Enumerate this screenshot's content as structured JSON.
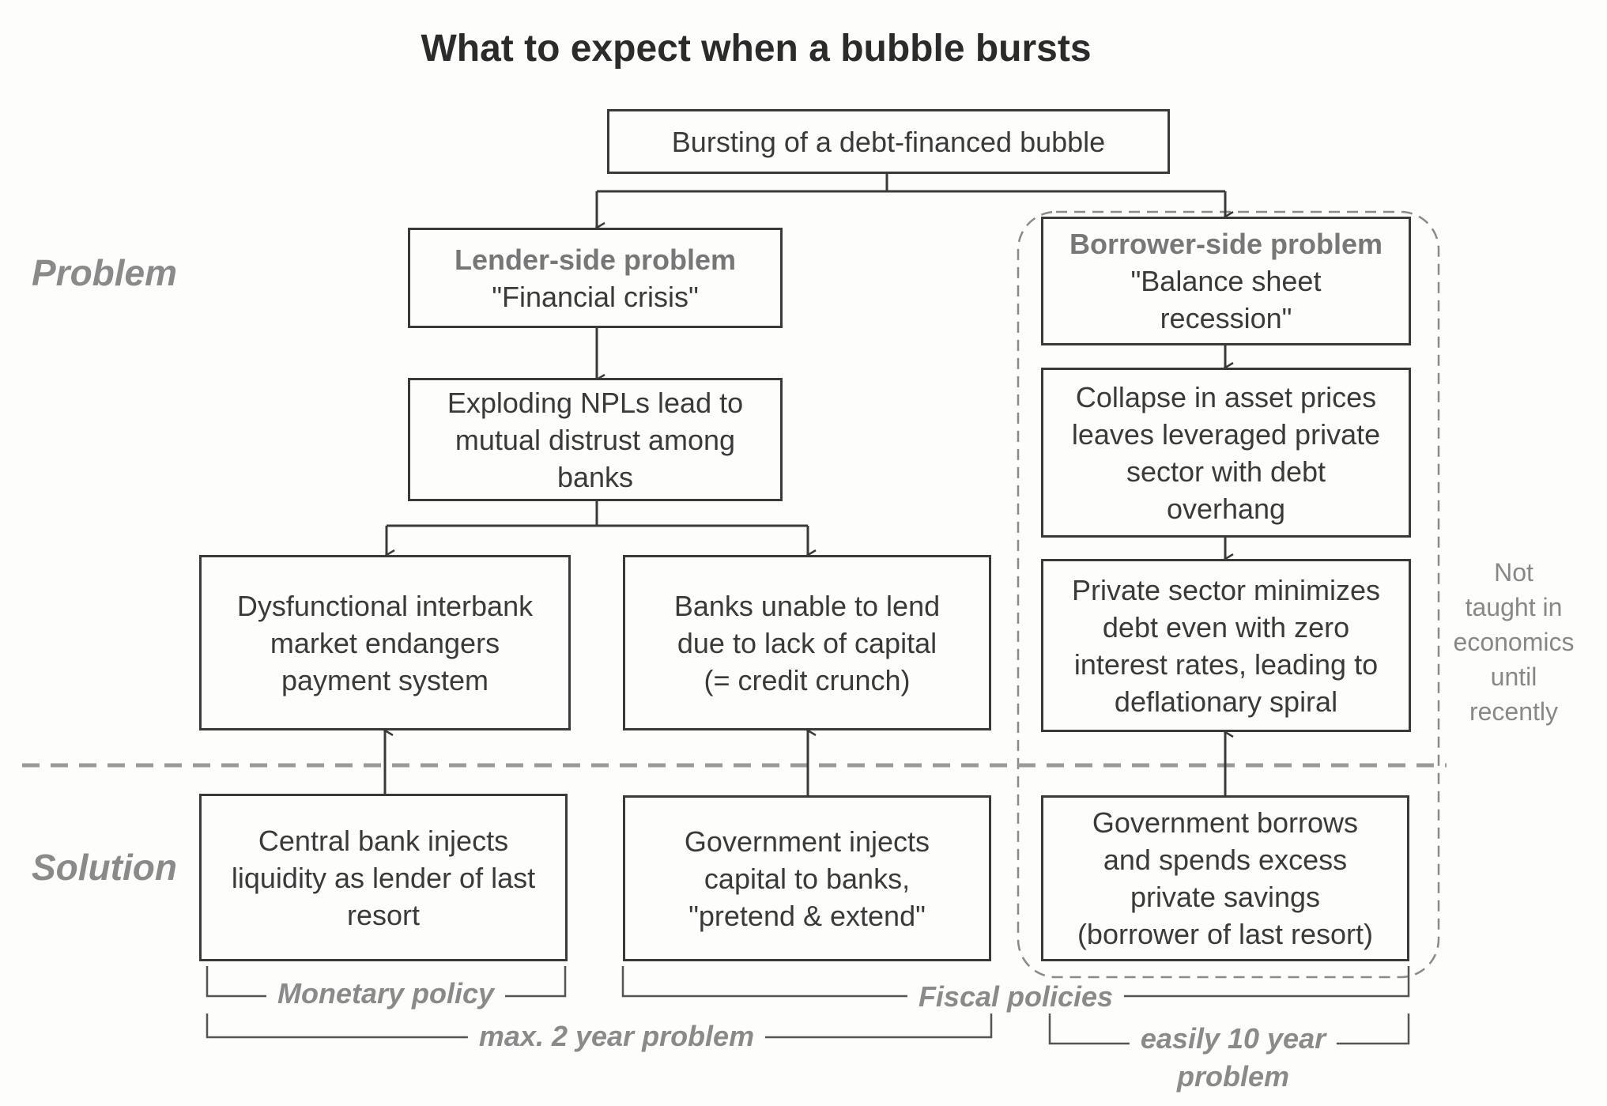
{
  "title": "What to expect when a bubble bursts",
  "rows": {
    "problem": "Problem",
    "solution": "Solution"
  },
  "boxes": {
    "top": "Bursting of a debt-financed bubble",
    "lender_head": "Lender-side problem",
    "lender_sub": "\"Financial crisis\"",
    "npl": [
      "Exploding NPLs lead to",
      "mutual distrust among",
      "banks"
    ],
    "interbank": [
      "Dysfunctional interbank",
      "market endangers",
      "payment system"
    ],
    "crunch": [
      "Banks unable to lend",
      "due to lack of capital",
      "(= credit crunch)"
    ],
    "borrower_head": "Borrower-side problem",
    "borrower_sub": [
      "\"Balance sheet",
      "recession\""
    ],
    "collapse": [
      "Collapse in asset prices",
      "leaves leveraged private",
      "sector with debt",
      "overhang"
    ],
    "deflation": [
      "Private sector minimizes",
      "debt even with zero",
      "interest rates, leading to",
      "deflationary spiral"
    ],
    "central_bank": [
      "Central bank injects",
      "liquidity as lender of last",
      "resort"
    ],
    "gov_capital": [
      "Government injects",
      "capital to banks,",
      "\"pretend & extend\""
    ],
    "gov_borrows": [
      "Government borrows",
      "and spends excess",
      "private savings",
      "(borrower of last resort)"
    ]
  },
  "note": [
    "Not",
    "taught in",
    "economics",
    "until",
    "recently"
  ],
  "brackets": {
    "monetary": "Monetary policy",
    "fiscal": "Fiscal policies",
    "two_year": "max. 2 year problem",
    "ten_year": [
      "easily 10 year",
      "problem"
    ]
  }
}
